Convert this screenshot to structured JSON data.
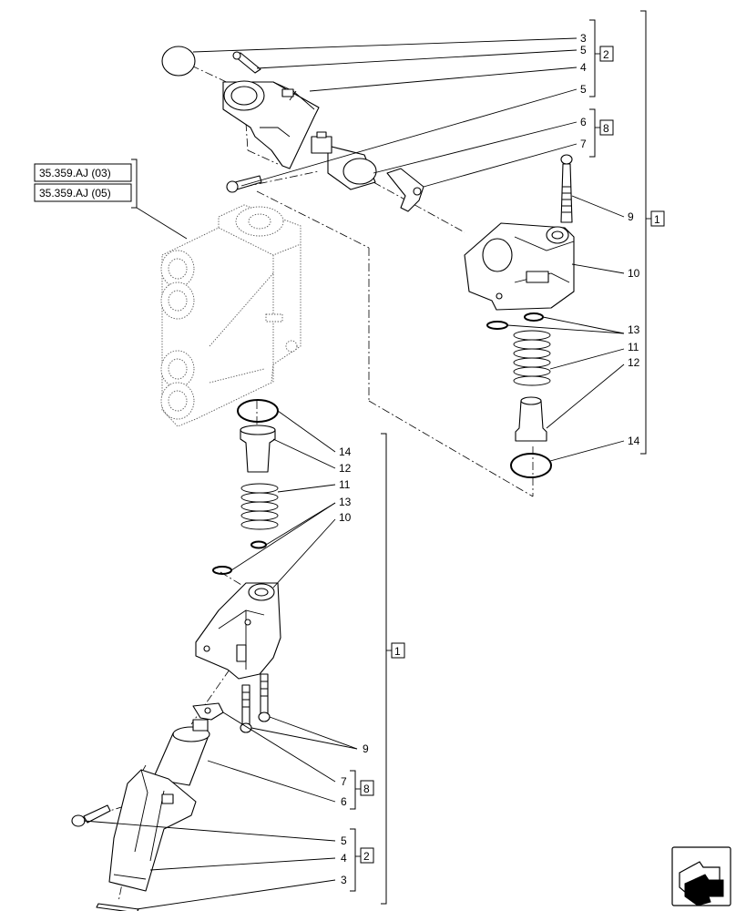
{
  "references": [
    "35.359.AJ (03)",
    "35.359.AJ (05)"
  ],
  "callouts": {
    "top": [
      {
        "id": "t3",
        "label": "3"
      },
      {
        "id": "t5a",
        "label": "5"
      },
      {
        "id": "t4",
        "label": "4"
      },
      {
        "id": "t5b",
        "label": "5"
      },
      {
        "id": "t6",
        "label": "6"
      },
      {
        "id": "t7",
        "label": "7"
      },
      {
        "id": "t9",
        "label": "9"
      },
      {
        "id": "t10",
        "label": "10"
      },
      {
        "id": "t13",
        "label": "13"
      },
      {
        "id": "t11",
        "label": "11"
      },
      {
        "id": "t12",
        "label": "12"
      },
      {
        "id": "t14",
        "label": "14"
      }
    ],
    "bottom": [
      {
        "id": "b14",
        "label": "14"
      },
      {
        "id": "b12",
        "label": "12"
      },
      {
        "id": "b11",
        "label": "11"
      },
      {
        "id": "b13",
        "label": "13"
      },
      {
        "id": "b10",
        "label": "10"
      },
      {
        "id": "b9",
        "label": "9"
      },
      {
        "id": "b7",
        "label": "7"
      },
      {
        "id": "b6",
        "label": "6"
      },
      {
        "id": "b5",
        "label": "5"
      },
      {
        "id": "b4",
        "label": "4"
      },
      {
        "id": "b3",
        "label": "3"
      }
    ]
  },
  "group_boxes": {
    "top_kit_2": "2",
    "top_kit_8": "8",
    "top_assembly_1": "1",
    "bottom_assembly_1": "1",
    "bottom_kit_8": "8",
    "bottom_kit_2": "2"
  },
  "nav_icon": "next-page-arrow-icon"
}
